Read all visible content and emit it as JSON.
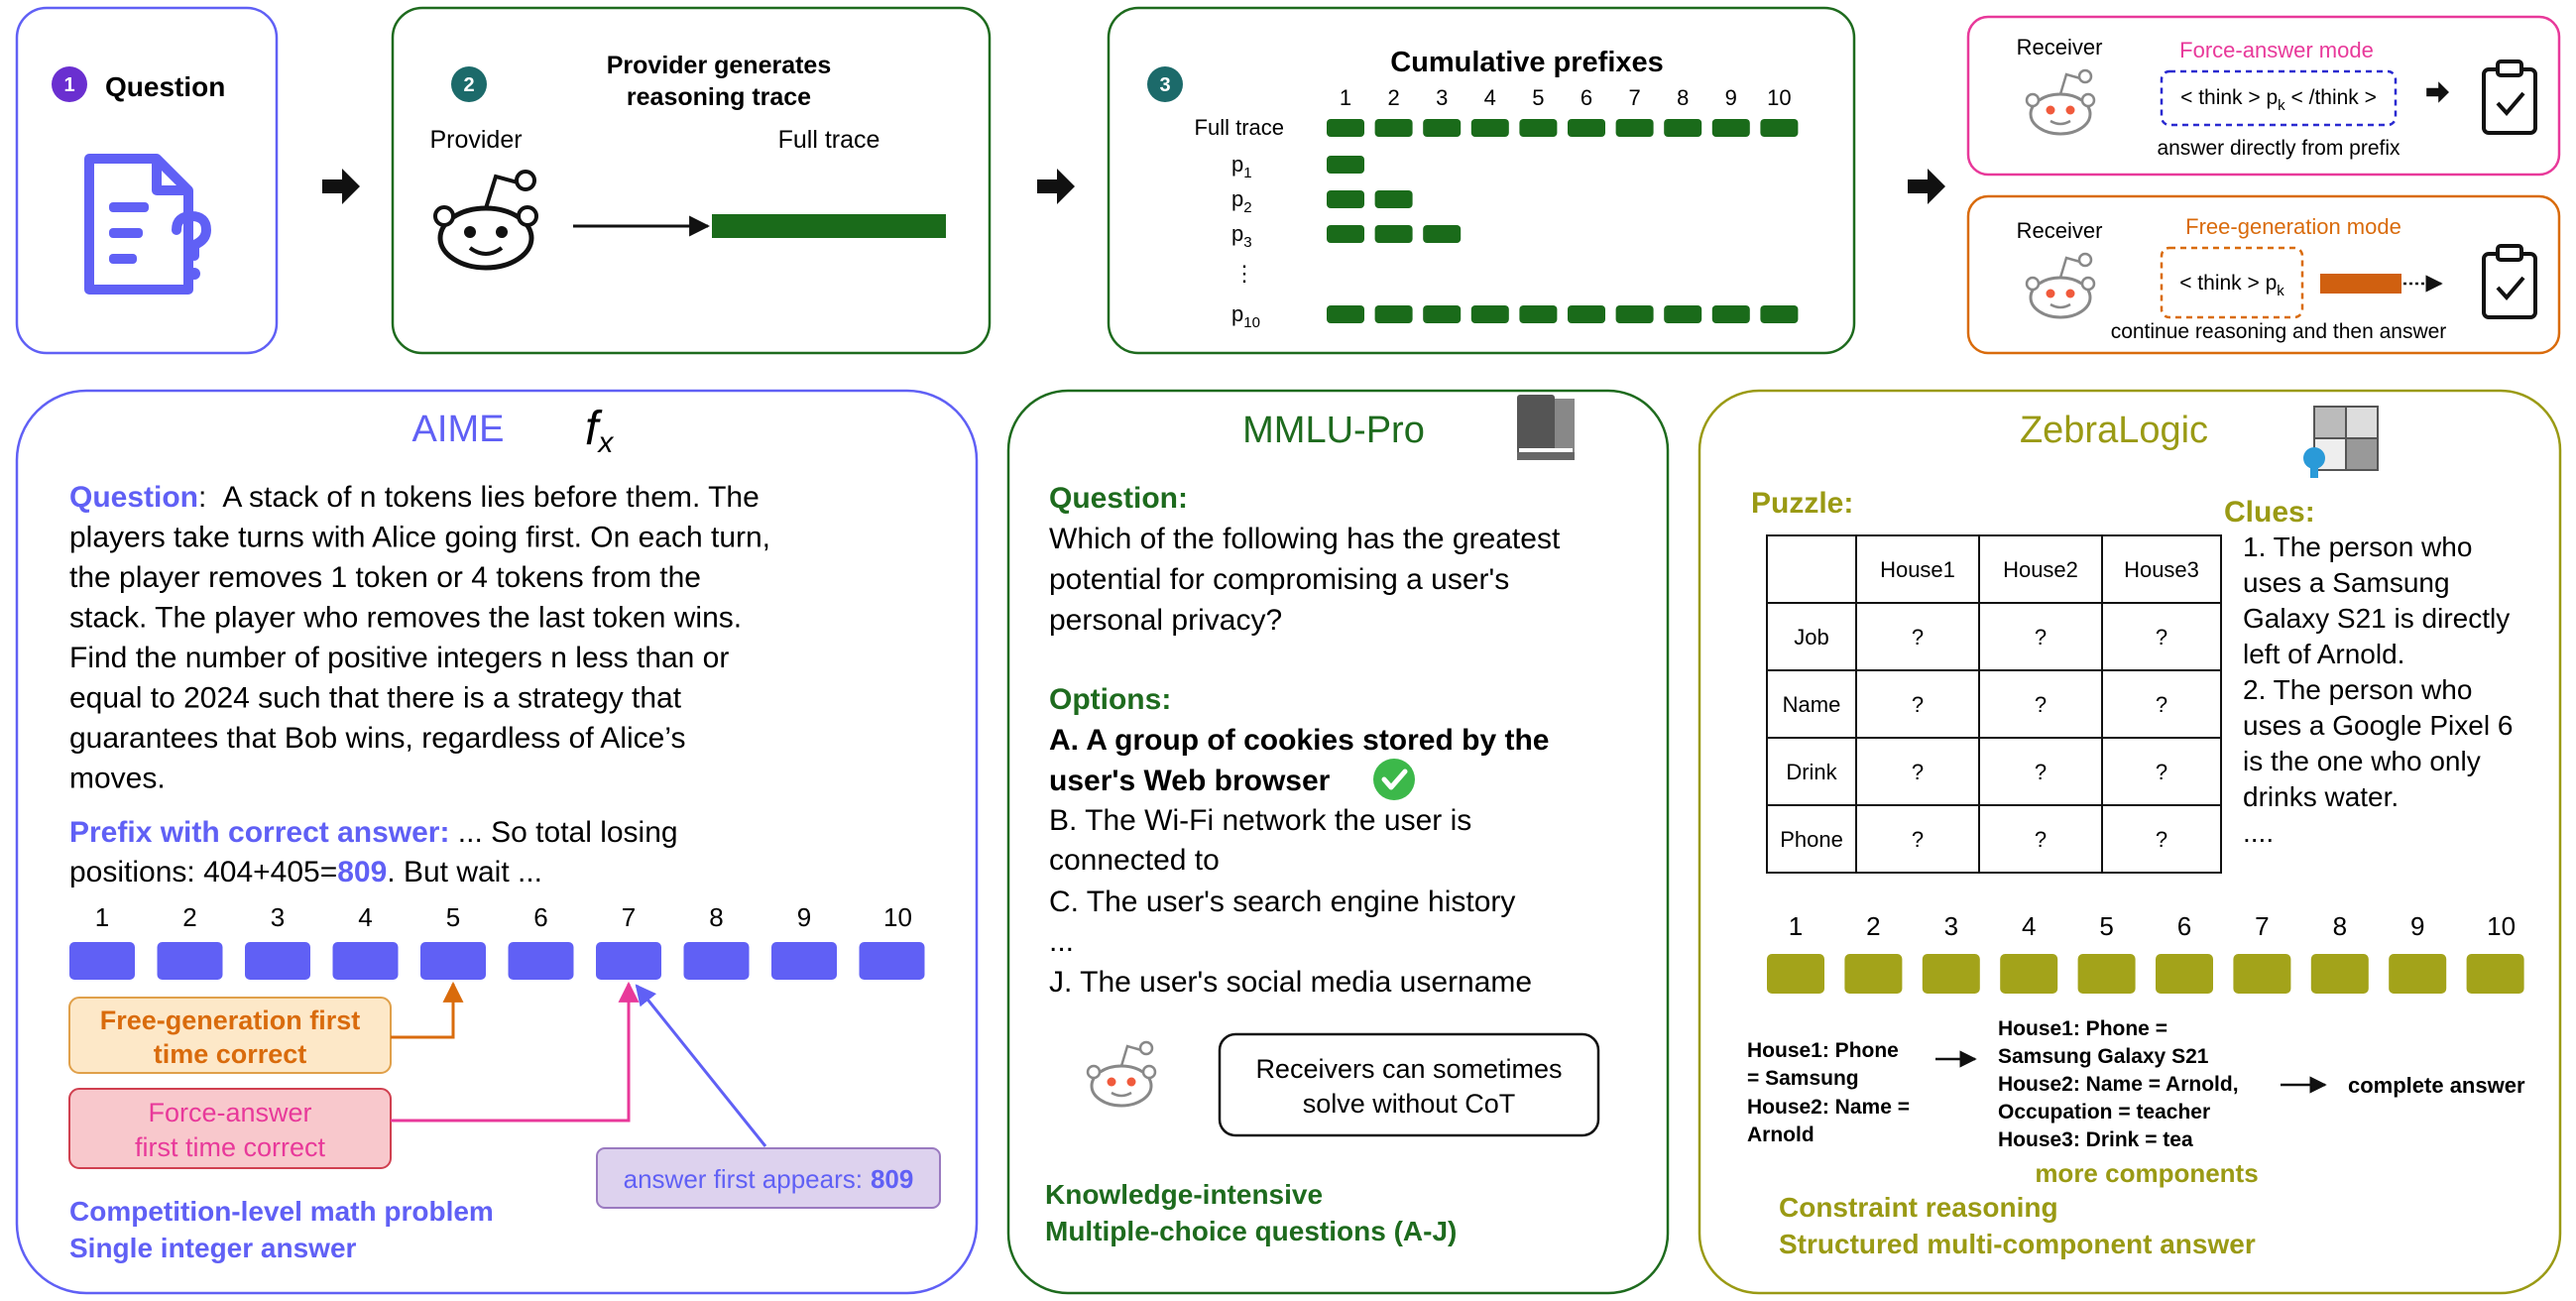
{
  "colors": {
    "aime": "#6060f5",
    "mmlu": "#1e6b1e",
    "zebra": "#9a9a14",
    "trace": "#1a6b1a",
    "force": "#e8399a",
    "free": "#d96b0c",
    "free_fill": "#fde8c8",
    "force_fill": "#f8c8cc",
    "answer_fill": "#ddd2ee",
    "zebra_block": "#a3a31a",
    "aime_block": "#6060f5",
    "check": "#3cb84a"
  },
  "icons": [
    "question-doc-icon",
    "robot-icon",
    "arrow-right-icon",
    "clipboard-check-icon",
    "function-icon",
    "book-icon",
    "puzzle-icon",
    "check-circle-icon"
  ],
  "top": {
    "step1": {
      "num": "1",
      "label": "Question"
    },
    "step2": {
      "num": "2",
      "title": [
        "Provider generates",
        "reasoning trace"
      ],
      "provider": "Provider",
      "full_trace": "Full trace"
    },
    "step3": {
      "num": "3",
      "title": "Cumulative prefixes",
      "cols": [
        "1",
        "2",
        "3",
        "4",
        "5",
        "6",
        "7",
        "8",
        "9",
        "10"
      ],
      "rows": [
        {
          "label": "Full trace",
          "sub": "",
          "blocks": 10
        },
        {
          "label": "p",
          "sub": "1",
          "blocks": 1
        },
        {
          "label": "p",
          "sub": "2",
          "blocks": 2
        },
        {
          "label": "p",
          "sub": "3",
          "blocks": 3
        },
        {
          "label": "⋮",
          "sub": "",
          "blocks": 0
        },
        {
          "label": "p",
          "sub": "10",
          "blocks": 10
        }
      ]
    },
    "force": {
      "receiver": "Receiver",
      "mode": "Force-answer mode",
      "tag": "< think > p",
      "tag_sub": "k",
      "tag_end": " < /think >",
      "caption": "answer directly from prefix"
    },
    "free": {
      "receiver": "Receiver",
      "mode": "Free-generation mode",
      "tag": "< think > p",
      "tag_sub": "k",
      "caption": "continue reasoning and then answer"
    }
  },
  "aime": {
    "title": "AIME",
    "question_label": "Question",
    "question_colon": ":",
    "question_lines": [
      "A stack of n tokens lies before them. The",
      "players take turns with Alice going first. On each turn,",
      "the player removes 1 token or 4 tokens from the",
      "stack. The player who removes the last token wins.",
      "Find the number of positive integers n less than or",
      "equal to 2024 such that there is a strategy that",
      "guarantees that Bob wins, regardless of Alice’s",
      "moves."
    ],
    "prefix_label": "Prefix with correct answer:",
    "prefix_text1": " ... So total losing",
    "prefix_text2": "positions: 404+405=",
    "prefix_answer": "809",
    "prefix_text3": ". But wait ...",
    "cols": [
      "1",
      "2",
      "3",
      "4",
      "5",
      "6",
      "7",
      "8",
      "9",
      "10"
    ],
    "free_box": [
      "Free-generation first",
      "time correct"
    ],
    "free_points_to": 5,
    "force_box": [
      "Force-answer",
      "first time correct"
    ],
    "force_points_to": 7,
    "answer_box_text": "answer first appears:",
    "answer_box_value": "809",
    "answer_points_to": 7,
    "footer": [
      "Competition-level math problem",
      "Single integer answer"
    ]
  },
  "mmlu": {
    "title": "MMLU-Pro",
    "question_label": "Question:",
    "question_lines": [
      "Which of the following has the greatest",
      "potential for compromising a user's",
      "personal privacy?"
    ],
    "options_label": "Options:",
    "option_a": [
      "A. A group of cookies stored by the",
      "user's Web browser"
    ],
    "option_lines": [
      "B. The Wi-Fi network the user is",
      "connected to",
      "C. The user's search engine history",
      "...",
      "J. The user's social media username"
    ],
    "note": [
      "Receivers can sometimes",
      "solve without CoT"
    ],
    "footer": [
      "Knowledge-intensive",
      "Multiple-choice questions (A-J)"
    ]
  },
  "zebra": {
    "title": "ZebraLogic",
    "puzzle_label": "Puzzle:",
    "table_header": [
      "",
      "House1",
      "House2",
      "House3"
    ],
    "table_rows": [
      [
        "Job",
        "?",
        "?",
        "?"
      ],
      [
        "Name",
        "?",
        "?",
        "?"
      ],
      [
        "Drink",
        "?",
        "?",
        "?"
      ],
      [
        "Phone",
        "?",
        "?",
        "?"
      ]
    ],
    "clues_label": "Clues",
    "clues_colon": ":",
    "clue_lines": [
      "1. The person who",
      "uses a Samsung",
      "Galaxy S21 is directly",
      "left of Arnold.",
      " 2. The person who",
      "uses a Google Pixel 6",
      "is the one who only",
      "drinks water.",
      "...."
    ],
    "cols": [
      "1",
      "2",
      "3",
      "4",
      "5",
      "6",
      "7",
      "8",
      "9",
      "10"
    ],
    "left_answer": [
      "House1: Phone",
      "= Samsung",
      "House2: Name =",
      "Arnold"
    ],
    "right_answer": [
      "House1: Phone =",
      "Samsung Galaxy S21",
      "House2: Name = Arnold,",
      "Occupation = teacher",
      "House3: Drink = tea"
    ],
    "more": "more  components",
    "complete": "complete answer",
    "footer": [
      "Constraint reasoning",
      "Structured multi-component answer"
    ]
  }
}
